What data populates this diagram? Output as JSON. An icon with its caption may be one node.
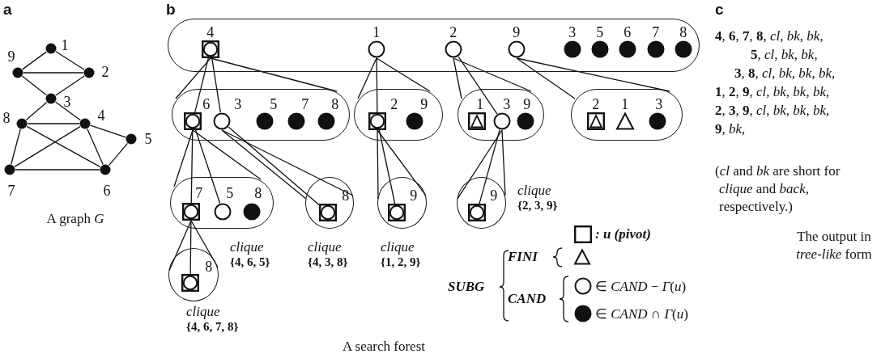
{
  "diagram": {
    "nodes": [
      {
        "text": [],
        "shape": "dot",
        "beside": [
          "1"
        ]
      },
      {
        "text": [],
        "shape": "dot",
        "beside": [
          "9"
        ]
      },
      {
        "text": [],
        "shape": "dot",
        "beside": [
          "2"
        ]
      },
      {
        "text": [],
        "shape": "dot",
        "beside": [
          "3"
        ]
      },
      {
        "text": [],
        "shape": "dot",
        "beside": [
          "8"
        ]
      },
      {
        "text": [],
        "shape": "dot",
        "beside": [
          "4"
        ]
      },
      {
        "text": [],
        "shape": "dot",
        "beside": [
          "5"
        ]
      },
      {
        "text": [],
        "shape": "dot",
        "beside": [
          "7"
        ]
      },
      {
        "text": [],
        "shape": "dot",
        "beside": [
          "6"
        ]
      },
      {
        "text": [],
        "shape": "band"
      },
      {
        "text": [],
        "shape": "boxed-circle",
        "beside": [
          "4"
        ],
        "in": 9
      },
      {
        "text": [],
        "shape": "circle",
        "beside": [
          "1"
        ],
        "in": 9
      },
      {
        "text": [],
        "shape": "circle",
        "beside": [
          "2"
        ],
        "in": 9
      },
      {
        "text": [],
        "shape": "circle",
        "beside": [
          "9"
        ],
        "in": 9
      },
      {
        "text": [],
        "shape": "dot",
        "beside": [
          "3"
        ],
        "in": 9
      },
      {
        "text": [],
        "shape": "dot",
        "beside": [
          "5"
        ],
        "in": 9
      },
      {
        "text": [],
        "shape": "dot",
        "beside": [
          "6"
        ],
        "in": 9
      },
      {
        "text": [],
        "shape": "dot",
        "beside": [
          "7"
        ],
        "in": 9
      },
      {
        "text": [],
        "shape": "dot",
        "beside": [
          "8"
        ],
        "in": 9
      },
      {
        "text": [],
        "shape": "band"
      },
      {
        "text": [],
        "shape": "boxed-circle",
        "beside": [
          "6"
        ],
        "in": 19
      },
      {
        "text": [],
        "shape": "circle",
        "beside": [
          "3"
        ],
        "in": 19
      },
      {
        "text": [],
        "shape": "dot",
        "beside": [
          "5"
        ],
        "in": 19
      },
      {
        "text": [],
        "shape": "dot",
        "beside": [
          "7"
        ],
        "in": 19
      },
      {
        "text": [],
        "shape": "dot",
        "beside": [
          "8"
        ],
        "in": 19
      },
      {
        "text": [],
        "shape": "band"
      },
      {
        "text": [],
        "shape": "boxed-circle",
        "beside": [
          "2"
        ],
        "in": 25
      },
      {
        "text": [],
        "shape": "dot",
        "beside": [
          "9"
        ],
        "in": 25
      },
      {
        "text": [],
        "shape": "band"
      },
      {
        "text": [],
        "shape": "boxed-triangle",
        "beside": [
          "1"
        ],
        "in": 28
      },
      {
        "text": [],
        "shape": "circle",
        "beside": [
          "3"
        ],
        "in": 28
      },
      {
        "text": [],
        "shape": "dot",
        "beside": [
          "9"
        ],
        "in": 28
      },
      {
        "text": [],
        "shape": "band"
      },
      {
        "text": [],
        "shape": "boxed-triangle",
        "beside": [
          "2"
        ],
        "in": 32
      },
      {
        "text": [],
        "shape": "triangle",
        "beside": [
          "1"
        ],
        "in": 32
      },
      {
        "text": [],
        "shape": "dot",
        "beside": [
          "3"
        ],
        "in": 32
      },
      {
        "text": [],
        "shape": "band",
        "beside": [
          "clique",
          "{4, 6, 5}"
        ]
      },
      {
        "text": [],
        "shape": "boxed-circle",
        "beside": [
          "7"
        ],
        "in": 36
      },
      {
        "text": [],
        "shape": "circle",
        "beside": [
          "5"
        ],
        "in": 36
      },
      {
        "text": [],
        "shape": "dot",
        "beside": [
          "8"
        ],
        "in": 36
      },
      {
        "text": [],
        "shape": "oval",
        "beside": [
          "clique",
          "{4, 3, 8}"
        ]
      },
      {
        "text": [],
        "shape": "boxed-circle",
        "beside": [
          "8"
        ],
        "in": 40
      },
      {
        "text": [],
        "shape": "oval",
        "beside": [
          "clique",
          "{1, 2, 9}"
        ]
      },
      {
        "text": [],
        "shape": "boxed-circle",
        "beside": [
          "9"
        ],
        "in": 42
      },
      {
        "text": [],
        "shape": "oval",
        "beside": [
          "clique",
          "{2, 3, 9}"
        ]
      },
      {
        "text": [],
        "shape": "boxed-circle",
        "beside": [
          "9"
        ],
        "in": 44
      },
      {
        "text": [],
        "shape": "oval",
        "beside": [
          "clique",
          "{4, 6, 7, 8}"
        ]
      },
      {
        "text": [],
        "shape": "boxed-circle",
        "beside": [
          "8"
        ],
        "in": 46
      }
    ],
    "edges": [
      {
        "from": 0,
        "to": 1,
        "arrow": "none"
      },
      {
        "from": 0,
        "to": 2,
        "arrow": "none"
      },
      {
        "from": 1,
        "to": 2,
        "arrow": "none"
      },
      {
        "from": 1,
        "to": 3,
        "arrow": "none"
      },
      {
        "from": 2,
        "to": 3,
        "arrow": "none"
      },
      {
        "from": 3,
        "to": 4,
        "arrow": "none"
      },
      {
        "from": 3,
        "to": 5,
        "arrow": "none"
      },
      {
        "from": 4,
        "to": 5,
        "arrow": "none"
      },
      {
        "from": 4,
        "to": 7,
        "arrow": "none"
      },
      {
        "from": 4,
        "to": 8,
        "arrow": "none"
      },
      {
        "from": 5,
        "to": 7,
        "arrow": "none"
      },
      {
        "from": 5,
        "to": 8,
        "arrow": "none"
      },
      {
        "from": 5,
        "to": 6,
        "arrow": "none"
      },
      {
        "from": 6,
        "to": 8,
        "arrow": "none"
      },
      {
        "from": 7,
        "to": 8,
        "arrow": "none"
      },
      {
        "from": 10,
        "to": 19,
        "arrow": "none"
      },
      {
        "from": 10,
        "to": 20,
        "arrow": "none"
      },
      {
        "from": 10,
        "to": 21,
        "arrow": "none"
      },
      {
        "from": 11,
        "to": 25,
        "arrow": "none"
      },
      {
        "from": 11,
        "to": 26,
        "arrow": "none"
      },
      {
        "from": 12,
        "to": 28,
        "arrow": "none"
      },
      {
        "from": 12,
        "to": 30,
        "arrow": "none"
      },
      {
        "from": 13,
        "to": 32,
        "arrow": "none"
      },
      {
        "from": 20,
        "to": 36,
        "arrow": "none"
      },
      {
        "from": 20,
        "to": 37,
        "arrow": "none"
      },
      {
        "from": 20,
        "to": 38,
        "arrow": "none"
      },
      {
        "from": 21,
        "to": 40,
        "arrow": "none"
      },
      {
        "from": 21,
        "to": 41,
        "arrow": "none"
      },
      {
        "from": 26,
        "to": 42,
        "arrow": "none"
      },
      {
        "from": 26,
        "to": 43,
        "arrow": "none"
      },
      {
        "from": 30,
        "to": 44,
        "arrow": "none"
      },
      {
        "from": 30,
        "to": 45,
        "arrow": "none"
      },
      {
        "from": 37,
        "to": 46,
        "arrow": "none"
      },
      {
        "from": 37,
        "to": 47,
        "arrow": "none"
      }
    ],
    "labels": [
      "a",
      "b",
      "c",
      "**4**, **6**, **7**, **8**, *cl*, *bk*, *bk*,",
      "**5**, *cl*, *bk*, *bk*,",
      "**3**, **8**, *cl*, *bk*, *bk*, *bk*,",
      "**1**, **2**, **9**, *cl*, *bk*, *bk*, *bk*,",
      "**2**, **3**, **9**, *cl*, *bk*, *bk*, *bk*,",
      "**9**, *bk*,",
      "(*cl* and *bk* are short for *clique* and *back*, respectively.)",
      "A graph *G*",
      "SUBG",
      "FINI",
      "CAND",
      "The output in *tree-like* form",
      "A search forest"
    ],
    "legend": [
      {
        "text": ": u (pivot)"
      },
      {
        "text": "∈ *CAND* − *Γ*(*u*)"
      },
      {
        "text": "∈ *CAND* ∩ *Γ*(*u*)"
      }
    ]
  }
}
